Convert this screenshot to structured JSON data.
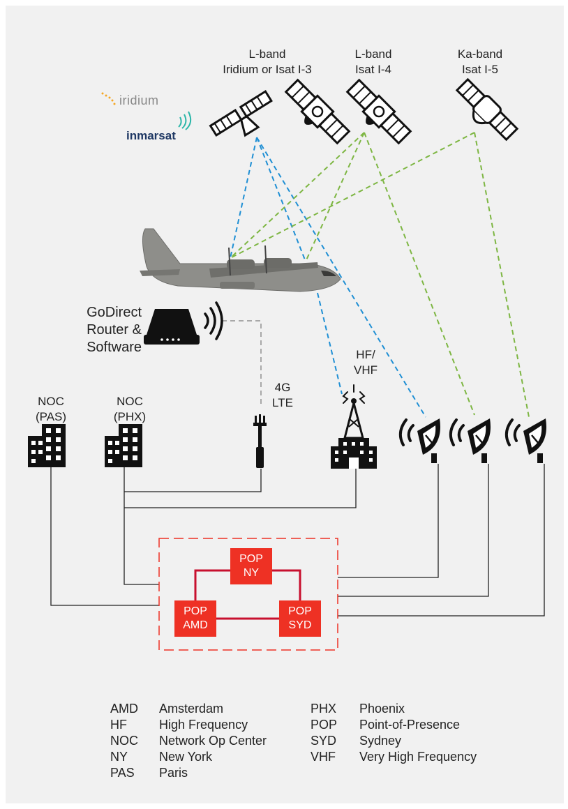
{
  "satellites": [
    {
      "band": "L-band",
      "system": "Iridium or Isat I-3"
    },
    {
      "band": "L-band",
      "system": "Isat I-4"
    },
    {
      "band": "Ka-band",
      "system": "Isat I-5"
    }
  ],
  "logos": {
    "iridium": "iridium",
    "inmarsat": "inmarsat"
  },
  "router": {
    "line1": "GoDirect",
    "line2": "Router &",
    "line3": "Software"
  },
  "ground": {
    "lte": {
      "line1": "4G",
      "line2": "LTE"
    },
    "hf": {
      "line1": "HF/",
      "line2": "VHF"
    },
    "noc_pas": {
      "line1": "NOC",
      "line2": "(PAS)"
    },
    "noc_phx": {
      "line1": "NOC",
      "line2": "(PHX)"
    }
  },
  "pops": [
    {
      "line1": "POP",
      "line2": "NY"
    },
    {
      "line1": "POP",
      "line2": "AMD"
    },
    {
      "line1": "POP",
      "line2": "SYD"
    }
  ],
  "colors": {
    "iridium_link": "#1f8fd4",
    "inmarsat_link": "#7db642",
    "lte_link": "#a8a8a8",
    "pop": "#ee3124",
    "pop_frame": "#c8102e"
  },
  "legend": {
    "left": [
      {
        "abbr": "AMD",
        "meaning": "Amsterdam"
      },
      {
        "abbr": "HF",
        "meaning": "High Frequency"
      },
      {
        "abbr": "NOC",
        "meaning": "Network Op Center"
      },
      {
        "abbr": "NY",
        "meaning": "New York"
      },
      {
        "abbr": "PAS",
        "meaning": "Paris"
      }
    ],
    "right": [
      {
        "abbr": "PHX",
        "meaning": "Phoenix"
      },
      {
        "abbr": "POP",
        "meaning": "Point-of-Presence"
      },
      {
        "abbr": "SYD",
        "meaning": "Sydney"
      },
      {
        "abbr": "VHF",
        "meaning": "Very High Frequency"
      }
    ]
  }
}
